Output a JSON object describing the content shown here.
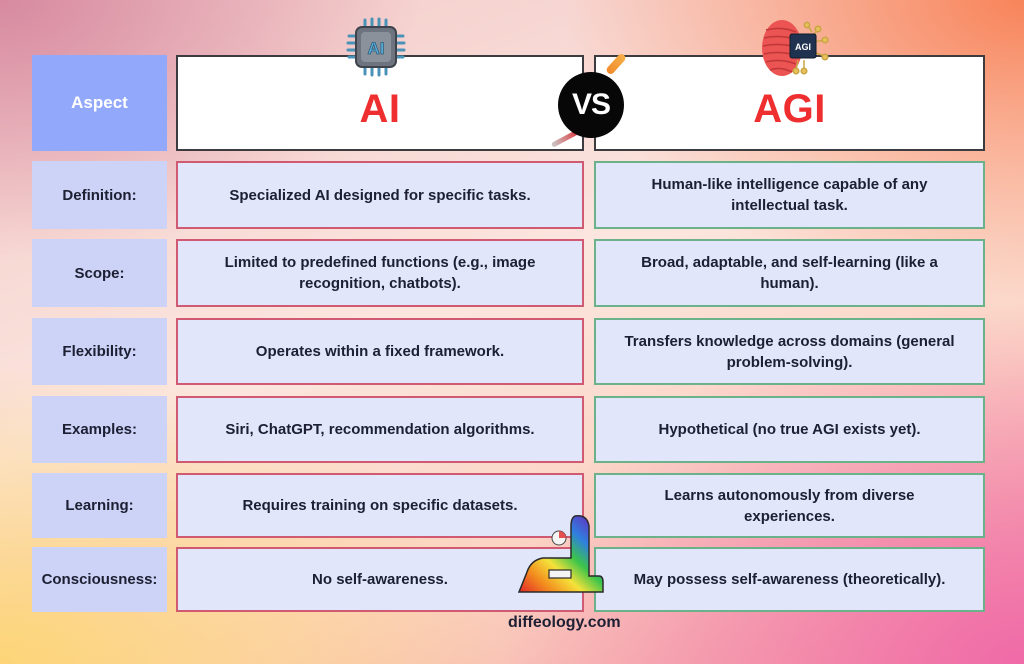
{
  "header": {
    "aspect_label": "Aspect",
    "ai_title": "AI",
    "vs_label": "VS",
    "agi_title": "AGI",
    "ai_icon": "ai-chip-icon",
    "agi_icon": "brain-chip-icon",
    "ai_chip_text": "AI",
    "agi_chip_text": "AGI"
  },
  "rows": [
    {
      "aspect": "Definition:",
      "ai": "Specialized AI designed for specific tasks.",
      "agi": "Human-like intelligence capable of any intellectual task."
    },
    {
      "aspect": "Scope:",
      "ai": "Limited to predefined functions (e.g., image recognition, chatbots).",
      "agi": "Broad, adaptable, and self-learning (like a human)."
    },
    {
      "aspect": "Flexibility:",
      "ai": "Operates within a fixed framework.",
      "agi": "Transfers knowledge across domains (general problem-solving)."
    },
    {
      "aspect": "Examples:",
      "ai": "Siri, ChatGPT, recommendation algorithms.",
      "agi": "Hypothetical (no true AGI exists yet)."
    },
    {
      "aspect": "Learning:",
      "ai": "Requires training on specific datasets.",
      "agi": "Learns autonomously from diverse experiences."
    },
    {
      "aspect": "Consciousness:",
      "ai": "No self-awareness.",
      "agi": "May possess self-awareness (theoretically)."
    }
  ],
  "footer": {
    "logo_icon": "diffeology-logo-icon",
    "site": "diffeology.com"
  },
  "colors": {
    "title_red": "#ef2f2f",
    "aspect_header_bg": "#92a8fa",
    "label_bg": "#ccd3f6",
    "cell_bg": "#e1e6fb",
    "ai_border": "#d15a73",
    "agi_border": "#6bb28b",
    "vs_bg": "#070707"
  }
}
